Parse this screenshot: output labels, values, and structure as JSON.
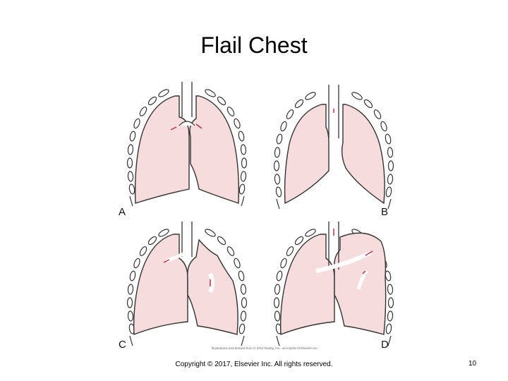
{
  "slide": {
    "title": "Flail Chest",
    "panels": [
      {
        "label": "A"
      },
      {
        "label": "B"
      },
      {
        "label": "C"
      },
      {
        "label": "D"
      }
    ],
    "credit": "Illustrations and derived from © 2012 Mosby, Inc., an imprint of Elsevier Inc.",
    "footer": "Copyright © 2017, Elsevier Inc. All rights reserved.",
    "page_number": "10",
    "colors": {
      "lung_fill": "#f6dcdc",
      "outline": "#333333",
      "arrow": "#b8324a"
    }
  }
}
